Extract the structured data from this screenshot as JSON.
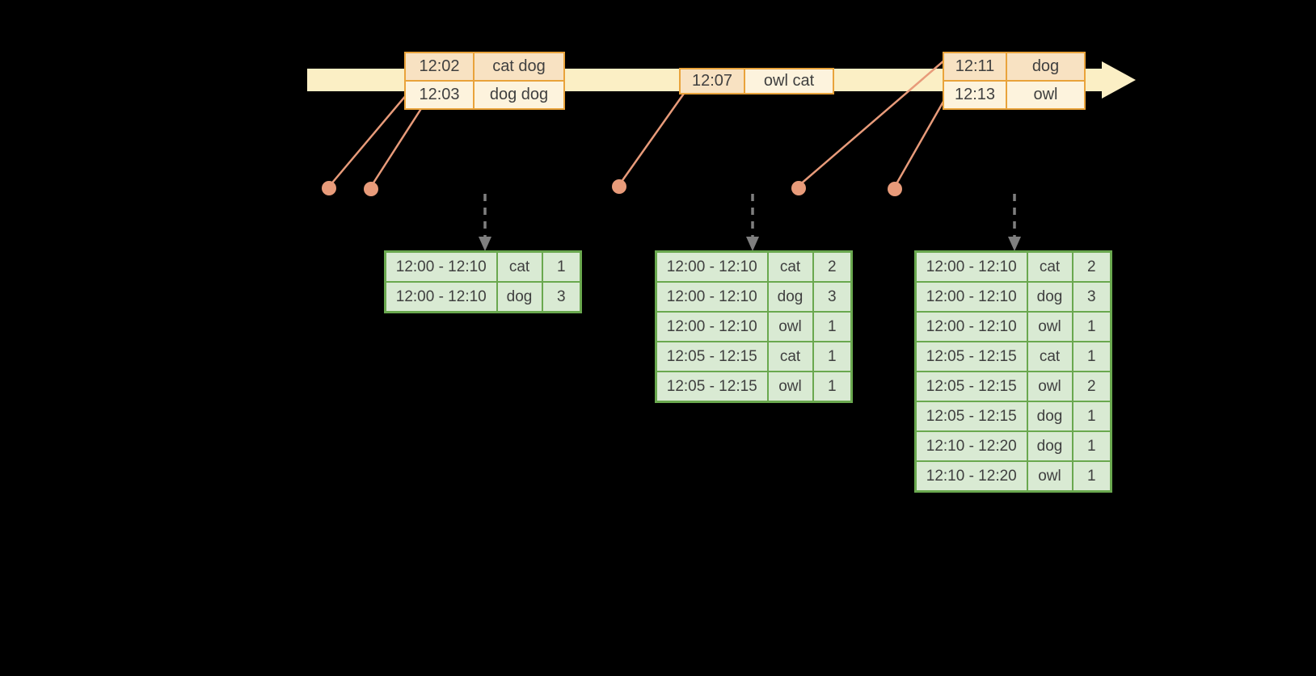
{
  "palette": {
    "background": "#000000",
    "timeline": "#FBEFC5",
    "event-border": "#E9A33B",
    "event-fill-a": "#F8E2C2",
    "event-fill-b": "#FDF3DD",
    "connector": "#E89B7A",
    "result-border": "#6AA84F",
    "result-fill": "#D9EAD3",
    "arrow": "#7F7F7F",
    "text-dark": "#3F3F3F"
  },
  "timeline": {
    "events": [
      {
        "rows": [
          {
            "time": "12:02",
            "words": "cat dog"
          },
          {
            "time": "12:03",
            "words": "dog dog"
          }
        ]
      },
      {
        "rows": [
          {
            "time": "12:07",
            "words": "owl cat"
          }
        ]
      },
      {
        "rows": [
          {
            "time": "12:11",
            "words": "dog"
          },
          {
            "time": "12:13",
            "words": "owl"
          }
        ]
      }
    ]
  },
  "result_tables": [
    {
      "rows": [
        {
          "window": "12:00 - 12:10",
          "word": "cat",
          "count": 1
        },
        {
          "window": "12:00 - 12:10",
          "word": "dog",
          "count": 3
        }
      ]
    },
    {
      "rows": [
        {
          "window": "12:00 - 12:10",
          "word": "cat",
          "count": 2
        },
        {
          "window": "12:00 - 12:10",
          "word": "dog",
          "count": 3
        },
        {
          "window": "12:00 - 12:10",
          "word": "owl",
          "count": 1
        },
        {
          "window": "12:05 - 12:15",
          "word": "cat",
          "count": 1
        },
        {
          "window": "12:05 - 12:15",
          "word": "owl",
          "count": 1
        }
      ]
    },
    {
      "rows": [
        {
          "window": "12:00 - 12:10",
          "word": "cat",
          "count": 2
        },
        {
          "window": "12:00 - 12:10",
          "word": "dog",
          "count": 3
        },
        {
          "window": "12:00 - 12:10",
          "word": "owl",
          "count": 1
        },
        {
          "window": "12:05 - 12:15",
          "word": "cat",
          "count": 1
        },
        {
          "window": "12:05 - 12:15",
          "word": "owl",
          "count": 2
        },
        {
          "window": "12:05 - 12:15",
          "word": "dog",
          "count": 1
        },
        {
          "window": "12:10 - 12:20",
          "word": "dog",
          "count": 1
        },
        {
          "window": "12:10 - 12:20",
          "word": "owl",
          "count": 1
        }
      ]
    }
  ]
}
